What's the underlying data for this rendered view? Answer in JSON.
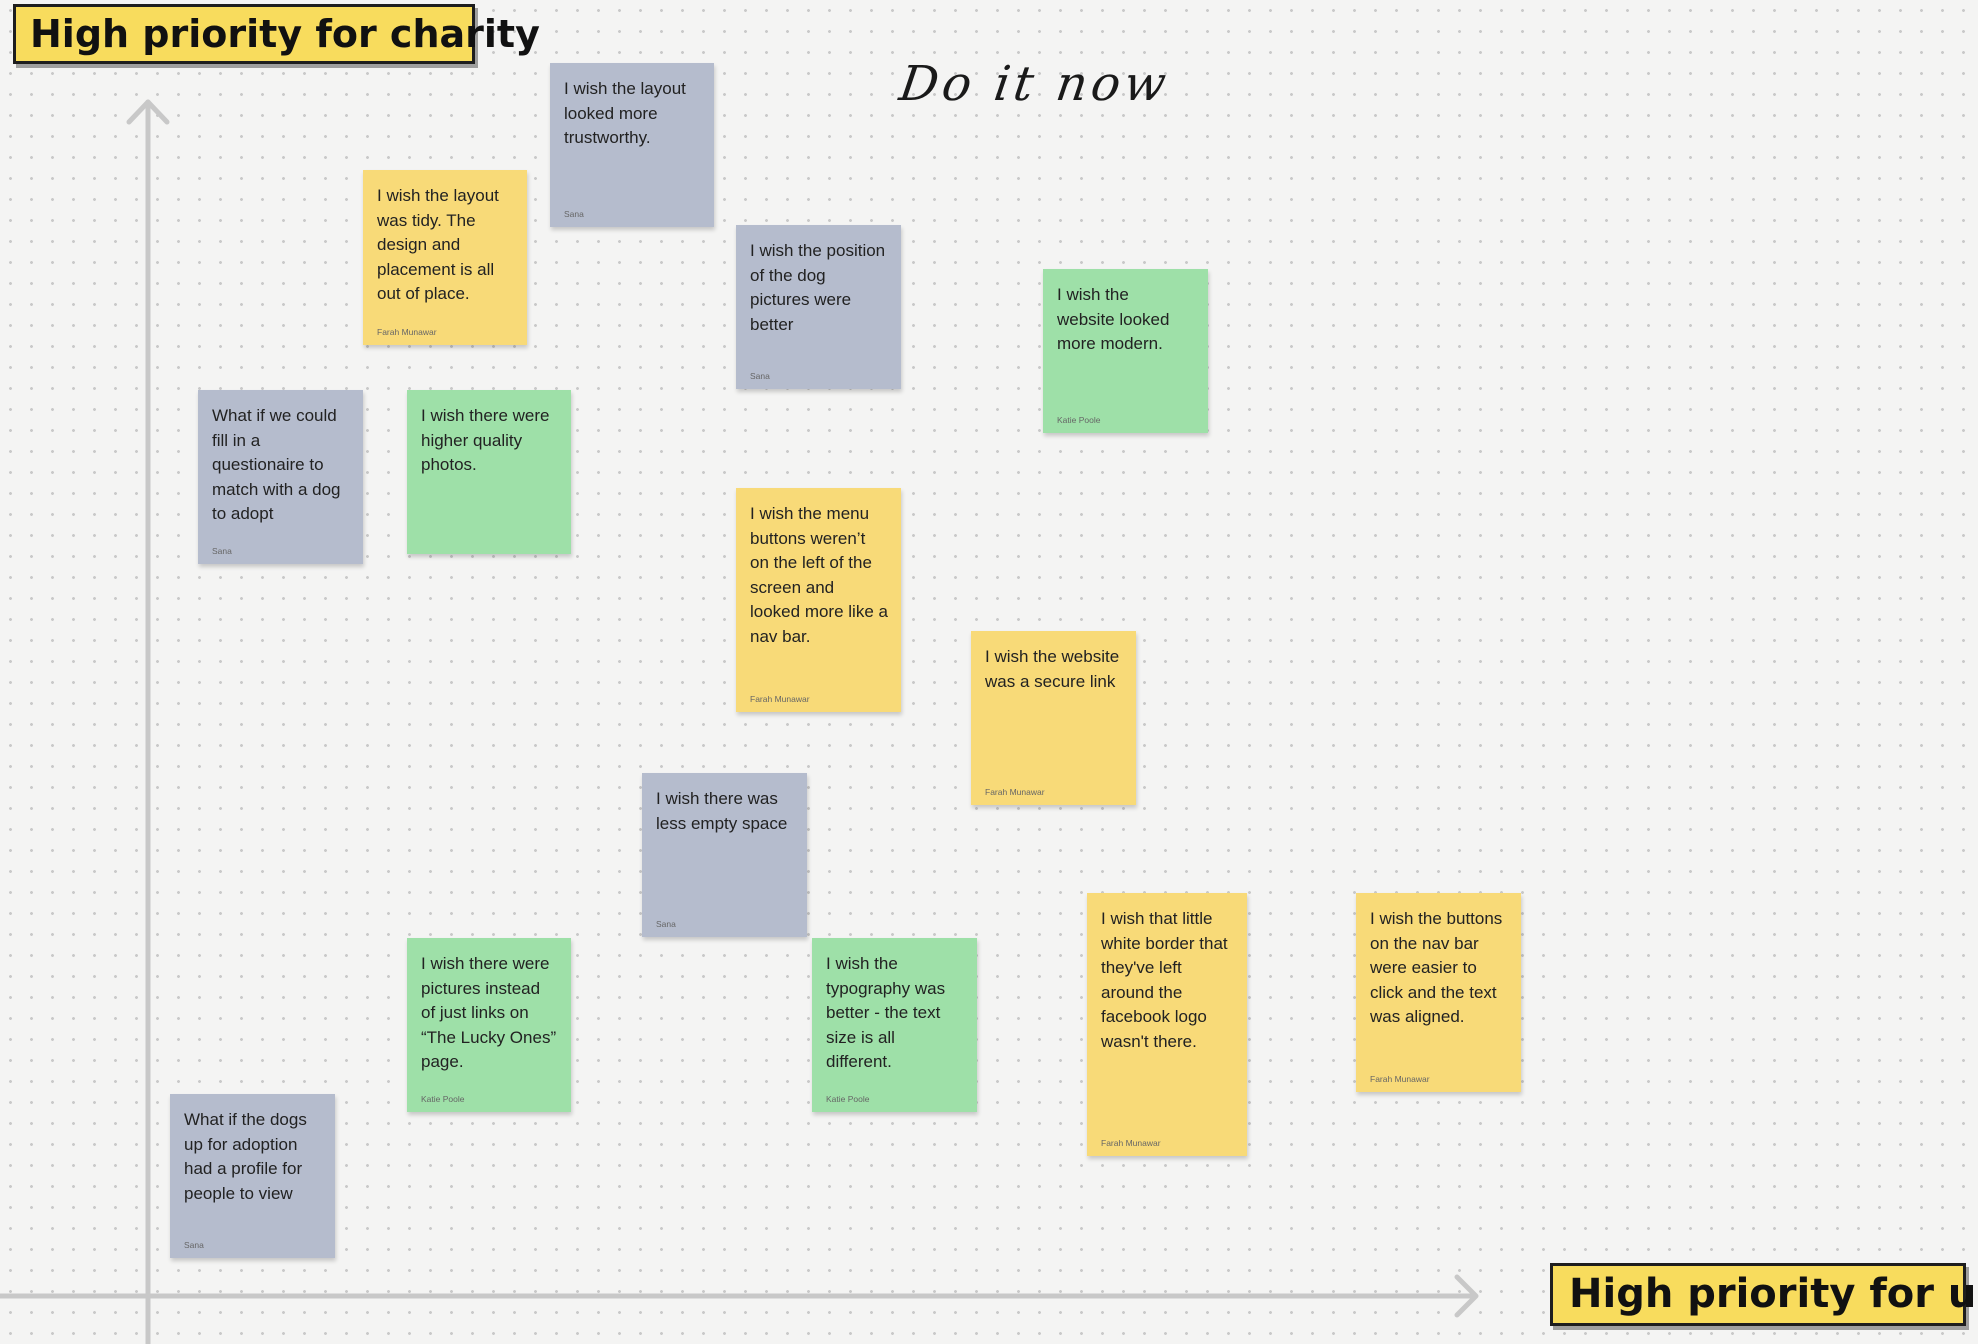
{
  "board": {
    "y_axis_label": "High priority for charity",
    "x_axis_label": "High priority for user",
    "heading": "Do it now"
  },
  "colors": {
    "label": "#f8dc5d",
    "grey_note": "#b5bccd",
    "yellow_note": "#f8da78",
    "green_note": "#9ee0a8",
    "axis": "#c8c8c8"
  },
  "notes": [
    {
      "color": "grey",
      "text": "I wish the layout\nlooked more\ntrustworthy.",
      "author": "Sana"
    },
    {
      "color": "yellow",
      "text": "I wish the layout\nwas tidy. The\ndesign and\nplacement is all\nout of place.",
      "author": "Farah Munawar"
    },
    {
      "color": "grey",
      "text": "I wish the position\nof the dog\npictures were\nbetter",
      "author": "Sana"
    },
    {
      "color": "green",
      "text": " I wish the\nwebsite looked\nmore modern.",
      "author": "Katie Poole"
    },
    {
      "color": "grey",
      "text": "What if we could\nfill in a\nquestionaire  to\nmatch with a dog\nto adopt",
      "author": "Sana"
    },
    {
      "color": "green",
      "text": "I wish there were\nhigher quality\nphotos.",
      "author": ""
    },
    {
      "color": "yellow",
      "text": "I wish the menu\nbuttons weren’t\non the left of the\nscreen and\nlooked more like a\nnav bar.",
      "author": "Farah Munawar"
    },
    {
      "color": "yellow",
      "text": "I wish the website\nwas  a secure link",
      "author": "Farah Munawar"
    },
    {
      "color": "grey",
      "text": "I wish there was\nless empty space",
      "author": "Sana"
    },
    {
      "color": "green",
      "text": "I wish there were\npictures instead\nof just links on\n“The Lucky Ones”\npage.",
      "author": "Katie Poole"
    },
    {
      "color": "green",
      "text": "I wish the\ntypography was\nbetter - the text\nsize is all\ndifferent.",
      "author": "Katie Poole"
    },
    {
      "color": "yellow",
      "text": "I wish that little\nwhite border that\nthey've left\naround the\nfacebook logo\nwasn't there.",
      "author": "Farah Munawar"
    },
    {
      "color": "yellow",
      "text": "I wish the buttons\non the nav bar\nwere easier to\nclick and the text\nwas aligned.",
      "author": "Farah Munawar"
    },
    {
      "color": "grey",
      "text": "What if the dogs\nup for adoption\nhad a profile for\npeople to view",
      "author": "Sana"
    }
  ]
}
